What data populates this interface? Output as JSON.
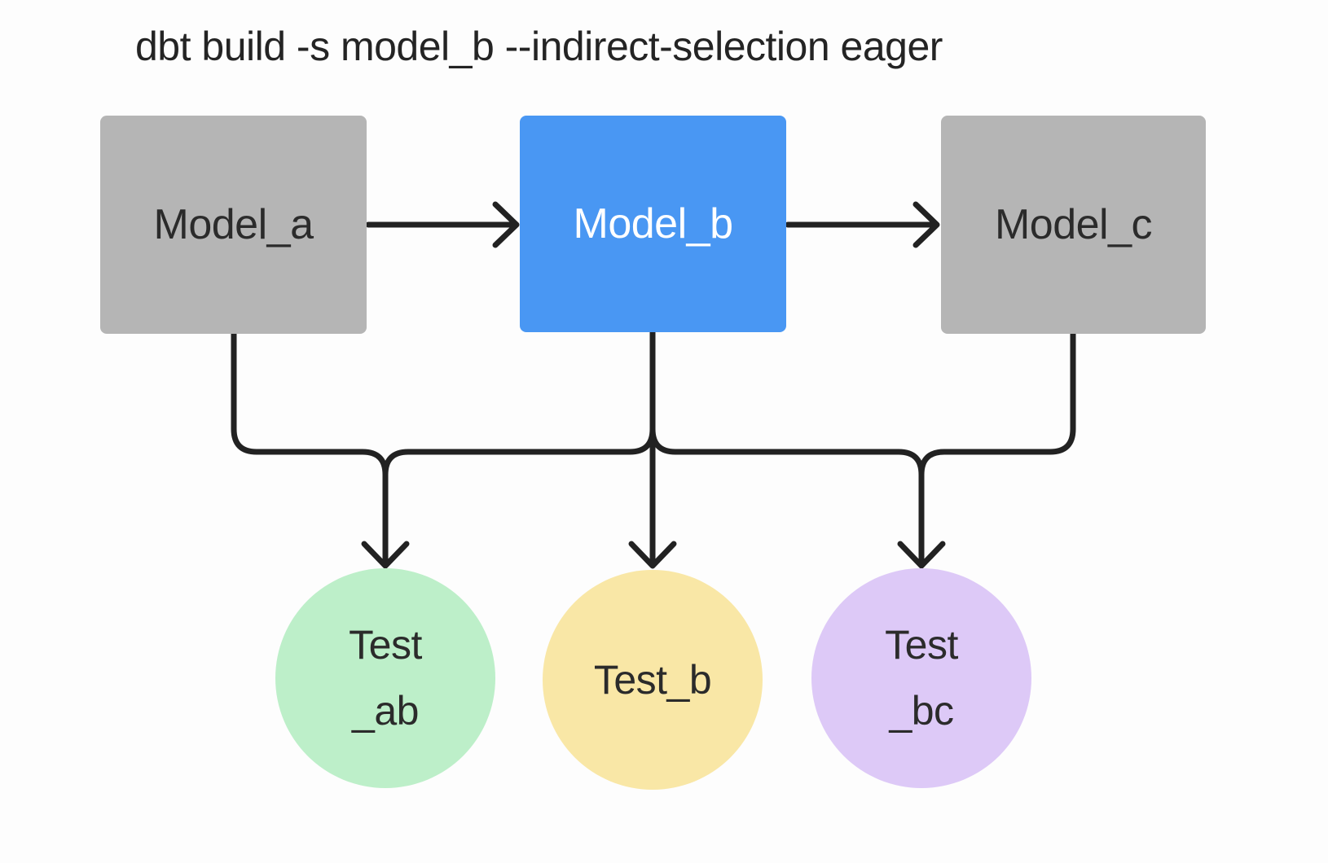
{
  "title": "dbt build -s model_b --indirect-selection eager",
  "diagram": {
    "stroke_color": "#222222",
    "models": [
      {
        "id": "model_a",
        "label": "Model_a",
        "fill": "#b5b5b5",
        "text_color": "#2b2b2b"
      },
      {
        "id": "model_b",
        "label": "Model_b",
        "fill": "#4997f3",
        "text_color": "#ffffff"
      },
      {
        "id": "model_c",
        "label": "Model_c",
        "fill": "#b5b5b5",
        "text_color": "#2b2b2b"
      }
    ],
    "tests": [
      {
        "id": "test_ab",
        "line1": "Test",
        "line2": "_ab",
        "fill": "#bdefc9",
        "text_color": "#2b2b2b"
      },
      {
        "id": "test_b",
        "line1": "Test_b",
        "line2": "",
        "fill": "#f9e7a6",
        "text_color": "#2b2b2b"
      },
      {
        "id": "test_bc",
        "line1": "Test",
        "line2": "_bc",
        "fill": "#ddc9f7",
        "text_color": "#2b2b2b"
      }
    ],
    "edges": [
      {
        "from": "Model_a",
        "to": "Model_b"
      },
      {
        "from": "Model_b",
        "to": "Model_c"
      },
      {
        "from": "Model_a",
        "to": "Test_ab"
      },
      {
        "from": "Model_b",
        "to": "Test_ab"
      },
      {
        "from": "Model_b",
        "to": "Test_b"
      },
      {
        "from": "Model_b",
        "to": "Test_bc"
      },
      {
        "from": "Model_c",
        "to": "Test_bc"
      }
    ]
  }
}
